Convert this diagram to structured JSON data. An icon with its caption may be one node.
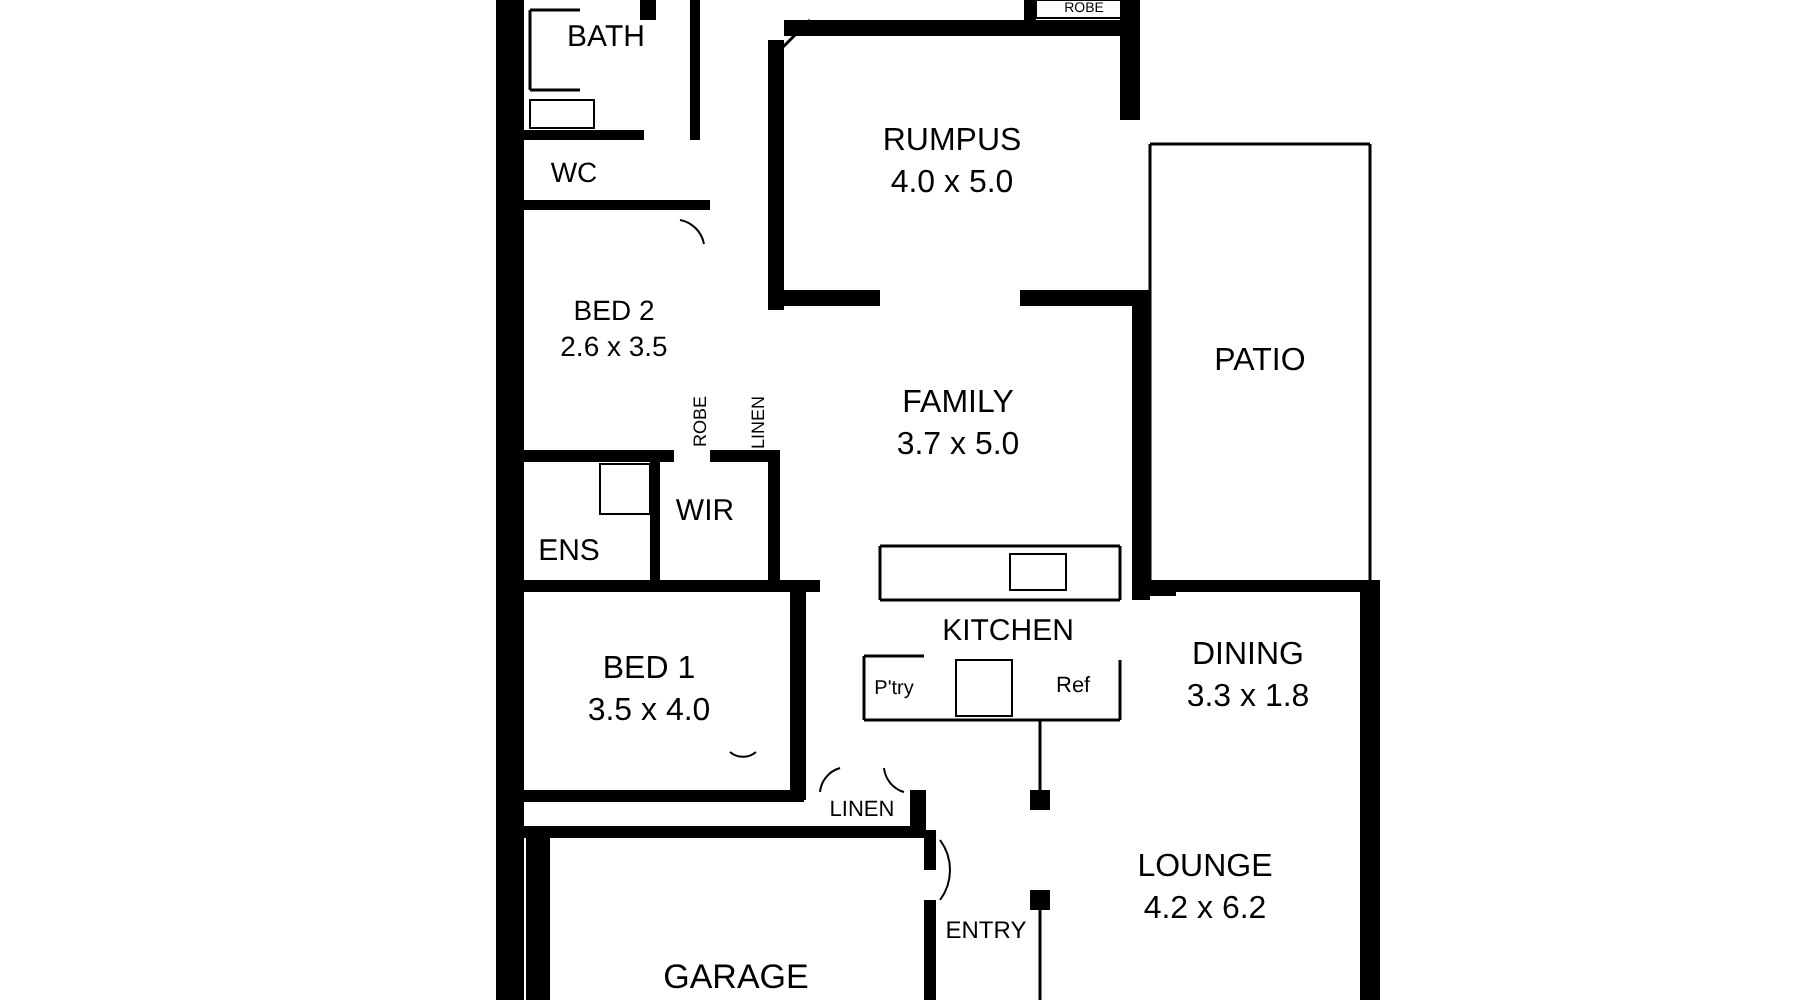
{
  "diagram": {
    "nodes": [
      {
        "text": [
          "ROBE"
        ]
      },
      {
        "text": [
          "BATH"
        ]
      },
      {
        "text": [
          "RUMPUS",
          "4.0 x 5.0"
        ]
      },
      {
        "text": [
          "WC"
        ]
      },
      {
        "text": [
          "BED 2",
          "2.6 x 3.5"
        ]
      },
      {
        "text": [
          "PATIO"
        ]
      },
      {
        "text": [
          "FAMILY",
          "3.7 x 5.0"
        ]
      },
      {
        "text": [
          "ROBE"
        ]
      },
      {
        "text": [
          "LINEN"
        ]
      },
      {
        "text": [
          "ENS"
        ]
      },
      {
        "text": [
          "WIR"
        ]
      },
      {
        "text": [
          "KITCHEN"
        ]
      },
      {
        "text": [
          "P'try"
        ]
      },
      {
        "text": [
          "DINING",
          "3.3 x 1.8"
        ]
      },
      {
        "text": [
          "BED 1",
          "3.5 x 4.0"
        ]
      },
      {
        "text": [
          "LINEN"
        ]
      },
      {
        "text": [
          "LOUNGE",
          "4.2 x 6.2"
        ]
      },
      {
        "text": [
          "ENTRY"
        ]
      },
      {
        "text": [
          "GARAGE"
        ]
      }
    ],
    "edges": [],
    "labels": [
      "Ref"
    ]
  }
}
